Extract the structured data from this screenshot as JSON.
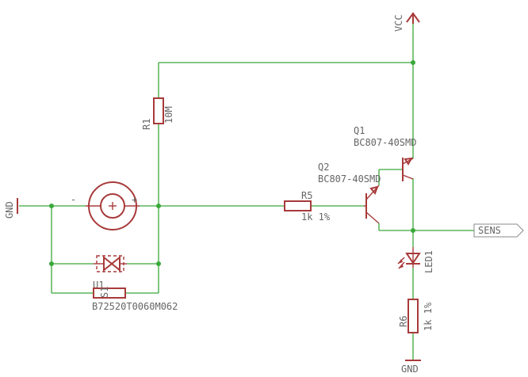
{
  "power": {
    "vcc_label": "VCC",
    "gnd_left_label": "GND",
    "gnd_bottom_label": "GND"
  },
  "components": {
    "r1": {
      "name": "R1",
      "value": "10M"
    },
    "r5": {
      "name": "R5",
      "value": "1k 1%"
    },
    "r6": {
      "name": "R6",
      "value": "1k 1%"
    },
    "q1": {
      "name": "Q1",
      "value": "BC807-40SMD"
    },
    "q2": {
      "name": "Q2",
      "value": "BC807-40SMD"
    },
    "led1": {
      "name": "LED1"
    },
    "sensor": {
      "minus": "-",
      "plus": "+"
    },
    "d1": {
      "name": "U1"
    },
    "s1": {
      "name": "S1",
      "value": "B72520T0060M062"
    }
  },
  "net_labels": {
    "sens": "SENS"
  },
  "colors": {
    "wire": "#3aa83a",
    "part": "#a83a3a",
    "label": "#666666"
  }
}
